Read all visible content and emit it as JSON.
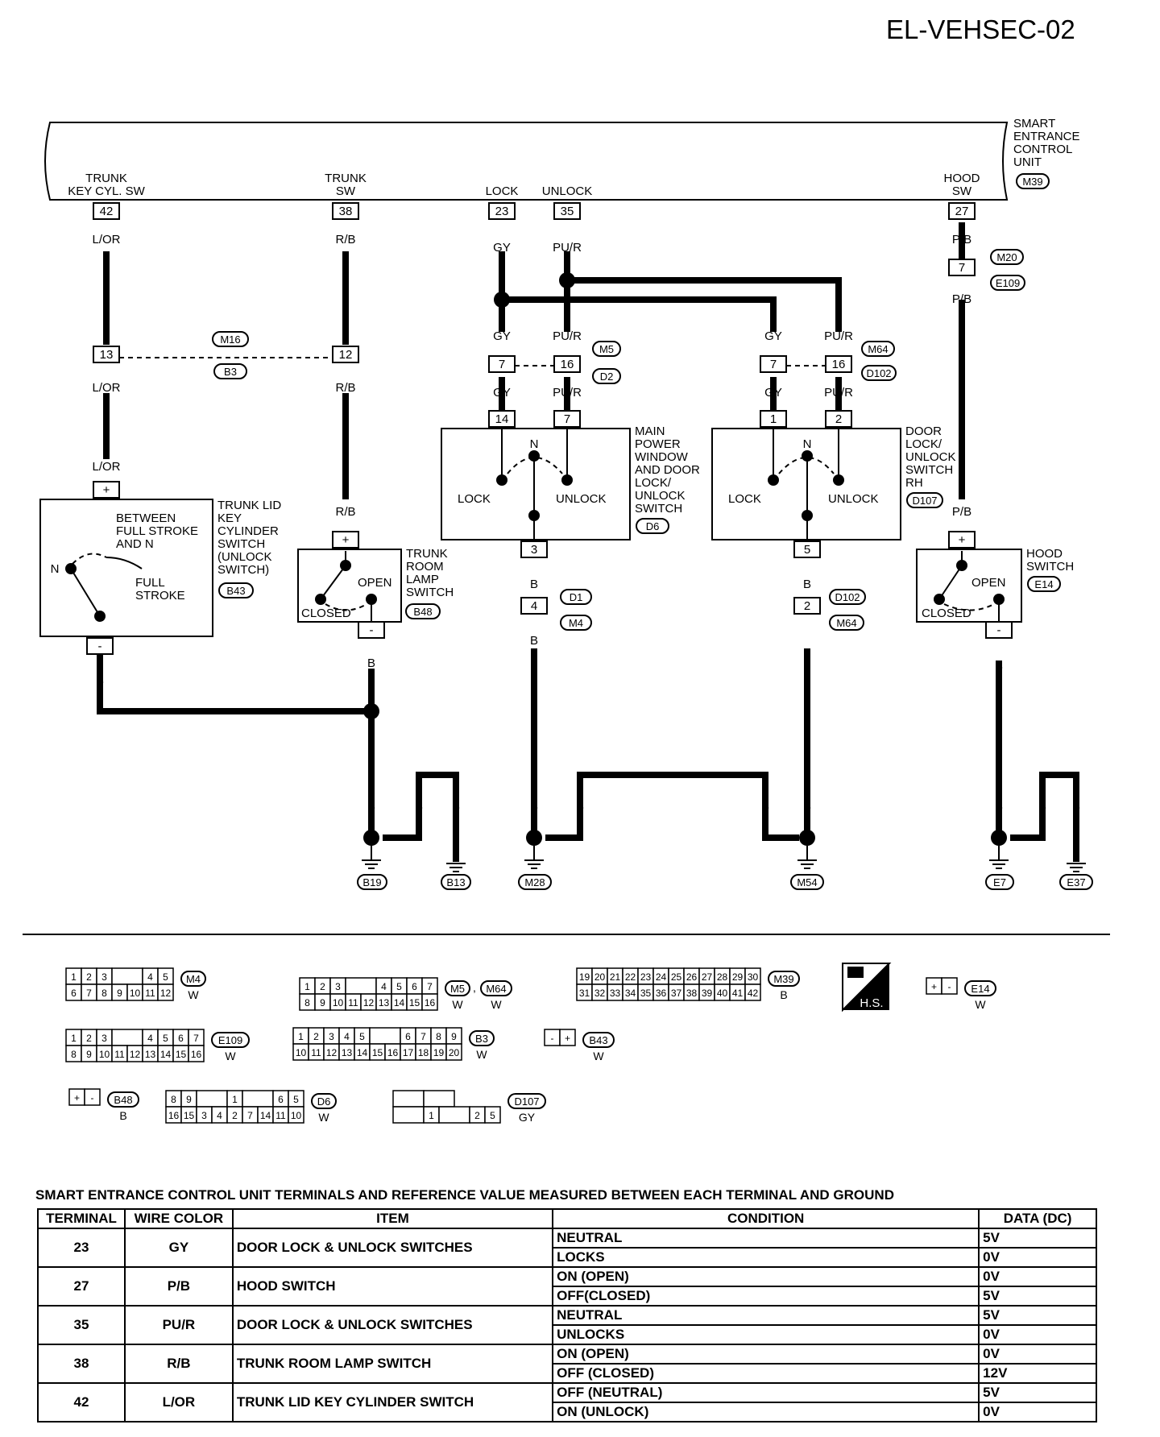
{
  "page_id": "EL-VEHSEC-02",
  "unit": {
    "name_lines": [
      "SMART",
      "ENTRANCE",
      "CONTROL",
      "UNIT"
    ],
    "connector": "M39",
    "terminals": [
      {
        "num": "42",
        "label_lines": [
          "TRUNK",
          "KEY CYL. SW"
        ]
      },
      {
        "num": "38",
        "label_lines": [
          "TRUNK",
          "SW"
        ]
      },
      {
        "num": "23",
        "label_lines": [
          "LOCK"
        ]
      },
      {
        "num": "35",
        "label_lines": [
          "UNLOCK"
        ]
      },
      {
        "num": "27",
        "label_lines": [
          "HOOD",
          "SW"
        ]
      }
    ]
  },
  "wires": [
    "L/OR",
    "R/B",
    "GY",
    "PU/R",
    "P/B",
    "B"
  ],
  "inline_connectors": {
    "m16_b3": {
      "a": "M16",
      "b": "B3",
      "pins": [
        "13",
        "12"
      ]
    },
    "m5_d2": {
      "a": "M5",
      "b": "D2",
      "pins": [
        "7",
        "16"
      ]
    },
    "m64_d102": {
      "a": "M64",
      "b": "D102",
      "pins": [
        "7",
        "16"
      ]
    },
    "m20_e109": {
      "a": "M20",
      "b": "E109",
      "pin": "7"
    },
    "d1_m4": {
      "a": "D1",
      "b": "M4",
      "pin": "4"
    },
    "d102_m64": {
      "a": "D102",
      "b": "M64",
      "pin": "2"
    }
  },
  "components": {
    "trunk_key": {
      "name_lines": [
        "TRUNK LID",
        "KEY",
        "CYLINDER",
        "SWITCH",
        "(UNLOCK",
        "SWITCH)"
      ],
      "connector": "B43",
      "note_lines": [
        "BETWEEN",
        "FULL STROKE",
        "AND N"
      ],
      "n": "N",
      "full_lines": [
        "FULL",
        "STROKE"
      ],
      "plus": "+",
      "minus": "-"
    },
    "trunk_room": {
      "name_lines": [
        "TRUNK",
        "ROOM",
        "LAMP",
        "SWITCH"
      ],
      "connector": "B48",
      "open": "OPEN",
      "closed": "CLOSED",
      "plus": "+",
      "minus": "-"
    },
    "main_power": {
      "name_lines": [
        "MAIN",
        "POWER",
        "WINDOW",
        "AND DOOR",
        "LOCK/",
        "UNLOCK",
        "SWITCH"
      ],
      "connector": "D6",
      "pins": [
        "14",
        "7",
        "3"
      ],
      "lock": "LOCK",
      "unlock": "UNLOCK",
      "n": "N"
    },
    "door_rh": {
      "name_lines": [
        "DOOR",
        "LOCK/",
        "UNLOCK",
        "SWITCH",
        "RH"
      ],
      "connector": "D107",
      "pins": [
        "1",
        "2",
        "5"
      ],
      "lock": "LOCK",
      "unlock": "UNLOCK",
      "n": "N"
    },
    "hood": {
      "name_lines": [
        "HOOD",
        "SWITCH"
      ],
      "connector": "E14",
      "open": "OPEN",
      "closed": "CLOSED",
      "plus": "+",
      "minus": "-"
    }
  },
  "grounds": [
    "B19",
    "B13",
    "M28",
    "M54",
    "E7",
    "E37"
  ],
  "connector_views": [
    {
      "ids": [
        "M4"
      ],
      "color": "W",
      "rows": [
        [
          "1",
          "2",
          "3",
          "",
          "4",
          "5"
        ],
        [
          "6",
          "7",
          "8",
          "9",
          "10",
          "11",
          "12"
        ]
      ]
    },
    {
      "ids": [
        "M5",
        "M64"
      ],
      "sep": ",",
      "color": "W",
      "colors": [
        "W",
        "W"
      ],
      "rows": [
        [
          "1",
          "2",
          "3",
          "",
          "4",
          "5",
          "6",
          "7"
        ],
        [
          "8",
          "9",
          "10",
          "11",
          "12",
          "13",
          "14",
          "15",
          "16"
        ]
      ]
    },
    {
      "ids": [
        "M39"
      ],
      "color": "B",
      "rows": [
        [
          "19",
          "20",
          "21",
          "22",
          "23",
          "24",
          "25",
          "26",
          "27",
          "28",
          "29",
          "30"
        ],
        [
          "31",
          "32",
          "33",
          "34",
          "35",
          "36",
          "37",
          "38",
          "39",
          "40",
          "41",
          "42"
        ]
      ]
    },
    {
      "ids": [
        "E14"
      ],
      "color": "W",
      "rows": [
        [
          "+",
          "-"
        ]
      ]
    },
    {
      "ids": [
        "E109"
      ],
      "color": "W",
      "rows": [
        [
          "1",
          "2",
          "3",
          "",
          "4",
          "5",
          "6",
          "7"
        ],
        [
          "8",
          "9",
          "10",
          "11",
          "12",
          "13",
          "14",
          "15",
          "16"
        ]
      ]
    },
    {
      "ids": [
        "B3"
      ],
      "color": "W",
      "rows": [
        [
          "1",
          "2",
          "3",
          "4",
          "5",
          "",
          "6",
          "7",
          "8",
          "9"
        ],
        [
          "10",
          "11",
          "12",
          "13",
          "14",
          "15",
          "16",
          "17",
          "18",
          "19",
          "20"
        ]
      ]
    },
    {
      "ids": [
        "B43"
      ],
      "color": "W",
      "rows": [
        [
          "-",
          "+"
        ]
      ]
    },
    {
      "ids": [
        "B48"
      ],
      "color": "B",
      "rows": [
        [
          "+",
          "-"
        ]
      ]
    },
    {
      "ids": [
        "D6"
      ],
      "color": "W",
      "rows": [
        [
          "8",
          "9",
          "",
          "1",
          "",
          "6",
          "5"
        ],
        [
          "16",
          "15",
          "3",
          "4",
          "2",
          "7",
          "14",
          "11",
          "10"
        ]
      ]
    },
    {
      "ids": [
        "D107"
      ],
      "color": "GY",
      "rows": [
        [
          "",
          ""
        ],
        [
          "",
          "1",
          "",
          "2",
          "5"
        ]
      ]
    }
  ],
  "hs_badge": "H.S.",
  "table": {
    "title": "SMART ENTRANCE CONTROL UNIT TERMINALS AND REFERENCE VALUE MEASURED BETWEEN EACH TERMINAL AND GROUND",
    "headers": [
      "TERMINAL",
      "WIRE COLOR",
      "ITEM",
      "CONDITION",
      "DATA (DC)"
    ],
    "rows": [
      {
        "terminal": "23",
        "wire": "GY",
        "item": "DOOR LOCK & UNLOCK SWITCHES",
        "conditions": [
          [
            "NEUTRAL",
            "5V"
          ],
          [
            "LOCKS",
            "0V"
          ]
        ]
      },
      {
        "terminal": "27",
        "wire": "P/B",
        "item": "HOOD SWITCH",
        "conditions": [
          [
            "ON (OPEN)",
            "0V"
          ],
          [
            "OFF(CLOSED)",
            "5V"
          ]
        ]
      },
      {
        "terminal": "35",
        "wire": "PU/R",
        "item": "DOOR LOCK & UNLOCK SWITCHES",
        "conditions": [
          [
            "NEUTRAL",
            "5V"
          ],
          [
            "UNLOCKS",
            "0V"
          ]
        ]
      },
      {
        "terminal": "38",
        "wire": "R/B",
        "item": "TRUNK ROOM LAMP SWITCH",
        "conditions": [
          [
            "ON (OPEN)",
            "0V"
          ],
          [
            "OFF (CLOSED)",
            "12V"
          ]
        ]
      },
      {
        "terminal": "42",
        "wire": "L/OR",
        "item": "TRUNK LID KEY CYLINDER SWITCH",
        "conditions": [
          [
            "OFF (NEUTRAL)",
            "5V"
          ],
          [
            "ON (UNLOCK)",
            "0V"
          ]
        ]
      }
    ]
  }
}
